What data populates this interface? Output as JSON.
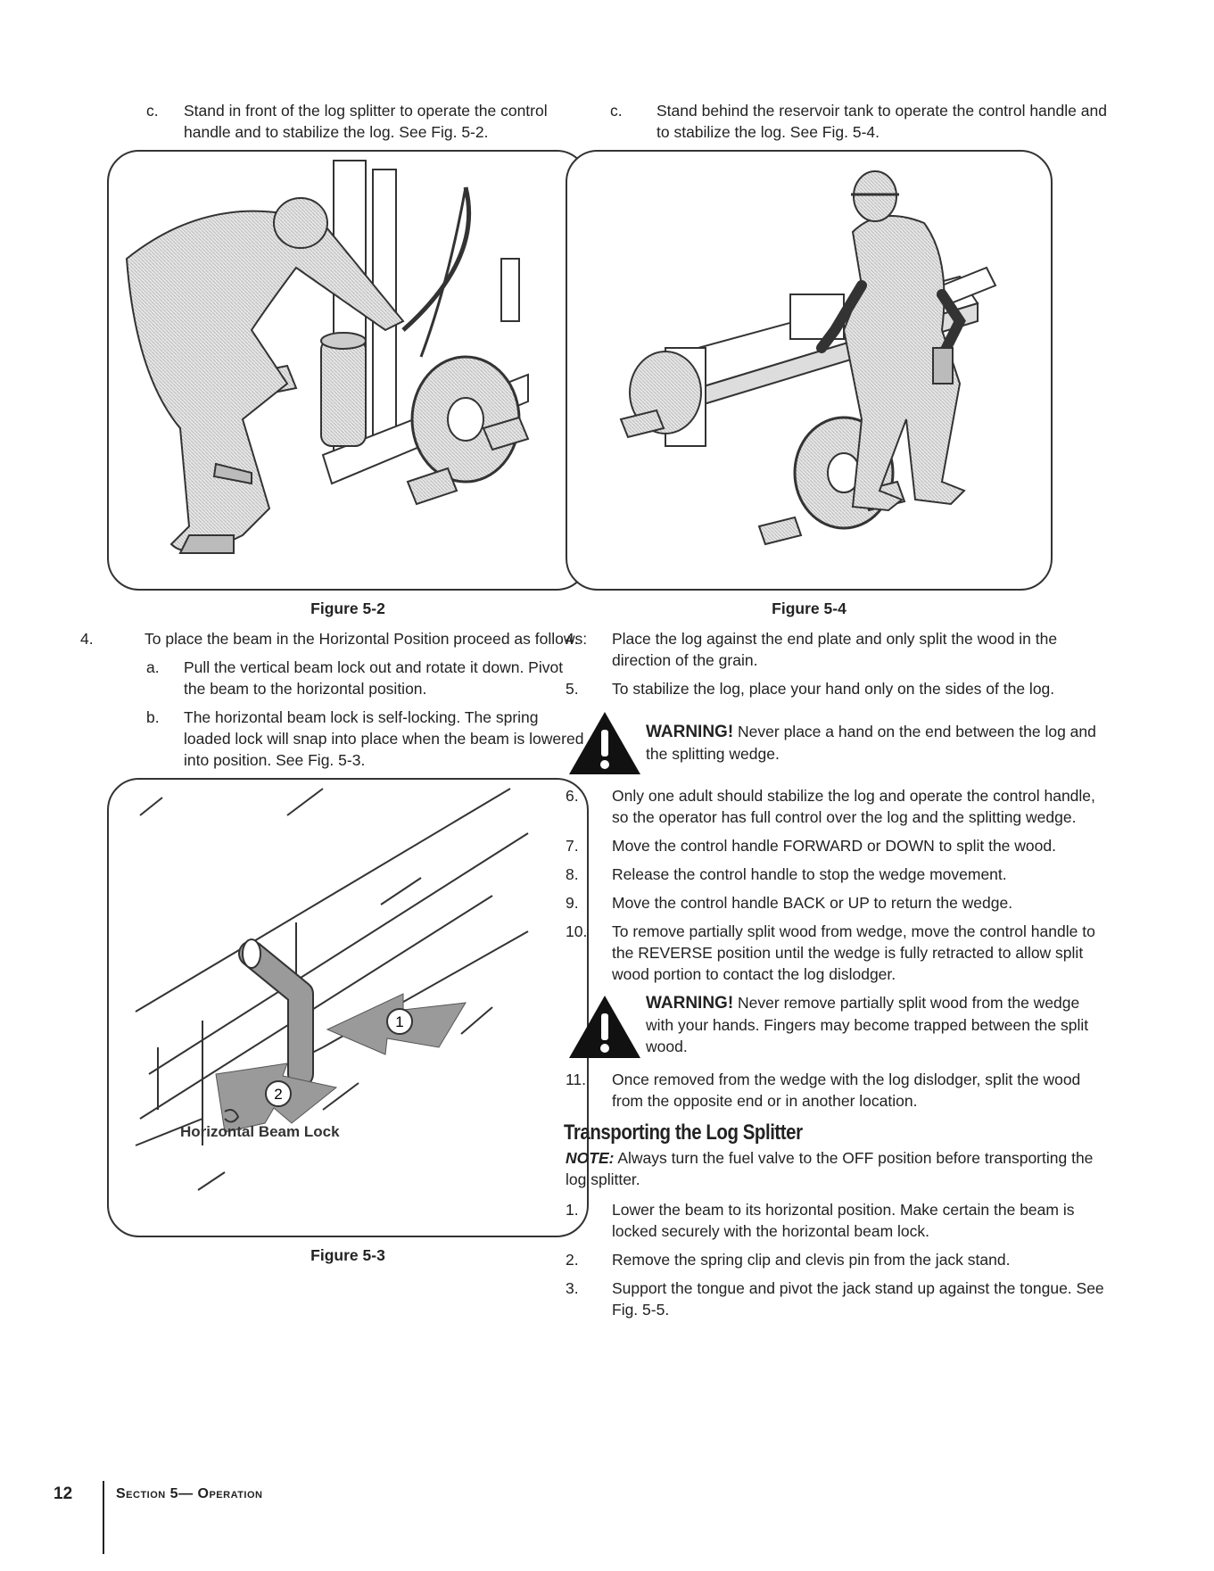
{
  "left": {
    "step_c": {
      "label": "c.",
      "text": "Stand in front of the log splitter to operate the control handle and to stabilize the log. See Fig. 5-2."
    },
    "figure_5_2_caption": "Figure 5-2",
    "step_4": {
      "label": "4.",
      "text": "To place the beam in the Horizontal Position proceed as follows:"
    },
    "step_a": {
      "label": "a.",
      "text": "Pull the vertical beam lock out and rotate it down. Pivot the beam to the horizontal position."
    },
    "step_b": {
      "label": "b.",
      "text": "The horizontal beam lock is self-locking. The spring loaded lock will snap into place when the beam is lowered into position. See Fig. 5-3."
    },
    "figure_5_3": {
      "callout_1": "1",
      "callout_2": "2",
      "part_label": "Horizontal Beam Lock",
      "caption": "Figure 5-3"
    }
  },
  "right": {
    "step_c": {
      "label": "c.",
      "text": "Stand behind the reservoir tank to operate the control handle and to stabilize the log. See Fig. 5-4."
    },
    "figure_5_4_caption": "Figure 5-4",
    "steps_a": [
      {
        "label": "4.",
        "text": "Place the log against the end plate and only split the wood in the direction of the grain."
      },
      {
        "label": "5.",
        "text": "To stabilize the log, place your hand only on the sides of the log."
      }
    ],
    "warning_1": {
      "label": "WARNING!",
      "text": "Never place a hand on the end between the log and the splitting wedge."
    },
    "steps_b": [
      {
        "label": "6.",
        "text": "Only one adult should stabilize the log and operate the control handle, so the operator has full control over the log and the splitting wedge."
      },
      {
        "label": "7.",
        "text": "Move the control handle FORWARD or DOWN to split the wood."
      },
      {
        "label": "8.",
        "text": "Release the control handle to stop the wedge movement."
      },
      {
        "label": "9.",
        "text": "Move the control handle BACK or UP to return the wedge."
      },
      {
        "label": "10.",
        "text": "To remove partially split wood from wedge, move the control handle to the REVERSE position until the wedge is fully retracted to allow split wood portion to contact the log dislodger."
      }
    ],
    "warning_2": {
      "label": "WARNING!",
      "text": "Never remove partially split wood from the wedge with your hands. Fingers may become trapped between the split wood."
    },
    "step_11": {
      "label": "11.",
      "text": "Once removed from the wedge with the log dislodger, split the wood from the opposite end or in another location."
    },
    "heading": "Transporting the Log Splitter",
    "note": {
      "label": "NOTE:",
      "text": "Always turn the fuel valve to the OFF position before transporting the log splitter."
    },
    "transport_steps": [
      {
        "label": "1.",
        "text": "Lower the beam to its horizontal position. Make certain the beam is locked securely with the horizontal beam lock."
      },
      {
        "label": "2.",
        "text": "Remove the spring clip and clevis pin from the jack stand."
      },
      {
        "label": "3.",
        "text": "Support the tongue and pivot the jack stand up against the tongue. See Fig. 5-5."
      }
    ]
  },
  "footer": {
    "page_number": "12",
    "section_title": "Section 5— Operation"
  },
  "colors": {
    "text": "#222222",
    "warning_fill": "#111111",
    "arrow_fill": "#9a9a9a"
  }
}
